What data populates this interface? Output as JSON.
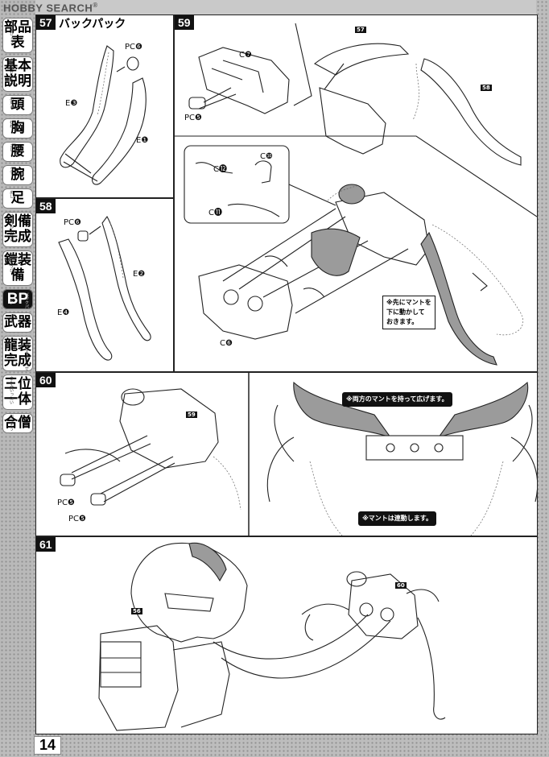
{
  "watermark": {
    "text": "HOBBY SEARCH",
    "mark": "®"
  },
  "sidebar": {
    "tabs": [
      {
        "label": "部品表",
        "ruby": "ぶひんひょう",
        "active": false
      },
      {
        "label": "基本説明",
        "ruby": "きほんせつめい",
        "active": false
      },
      {
        "label": "頭",
        "ruby": "あたま",
        "active": false
      },
      {
        "label": "胸",
        "ruby": "むね",
        "active": false
      },
      {
        "label": "腰",
        "ruby": "こし",
        "active": false
      },
      {
        "label": "腕",
        "ruby": "うで",
        "active": false
      },
      {
        "label": "足",
        "ruby": "あし",
        "active": false
      },
      {
        "label": "剣備完成",
        "ruby": "けんびかんせい",
        "active": false
      },
      {
        "label": "鎧装備",
        "ruby": "がいそうび",
        "active": false
      },
      {
        "label": "BP",
        "ruby": "バックパック",
        "active": true
      },
      {
        "label": "武器",
        "ruby": "ぶき",
        "active": false
      },
      {
        "label": "龍装完成",
        "ruby": "りゅうそうかんせい",
        "active": false
      },
      {
        "label": "三位一体",
        "ruby": "さんみいったい",
        "active": false
      },
      {
        "label": "合僧",
        "ruby": "がっそう",
        "active": false
      }
    ]
  },
  "steps": {
    "s57": {
      "num": "57",
      "title": "バックパック",
      "parts": {
        "pc": "PC❻",
        "e3": "E❸",
        "e1": "E❶"
      }
    },
    "s58": {
      "num": "58",
      "parts": {
        "pc": "PC❻",
        "e2": "E❷",
        "e4": "E❹"
      }
    },
    "s59": {
      "num": "59",
      "parts": {
        "c7": "C❼",
        "pce": "PC❺",
        "c12": "C⓬",
        "c10": "C❿",
        "c11": "C⓫",
        "c6": "C❻"
      },
      "tags": {
        "t57": "57",
        "t58": "58"
      },
      "note": [
        "※先にマントを",
        "下に動かして",
        "おきます。"
      ]
    },
    "s60": {
      "num": "60",
      "parts": {
        "pc1": "PC❺",
        "pc2": "PC❺"
      },
      "tags": {
        "t59": "59"
      },
      "note_top": "※両方のマントを持って広げます。",
      "note_bottom": "※マントは連動します。"
    },
    "s61": {
      "num": "61",
      "tags": {
        "t56": "56",
        "t60": "60"
      }
    }
  },
  "page_number": "14"
}
